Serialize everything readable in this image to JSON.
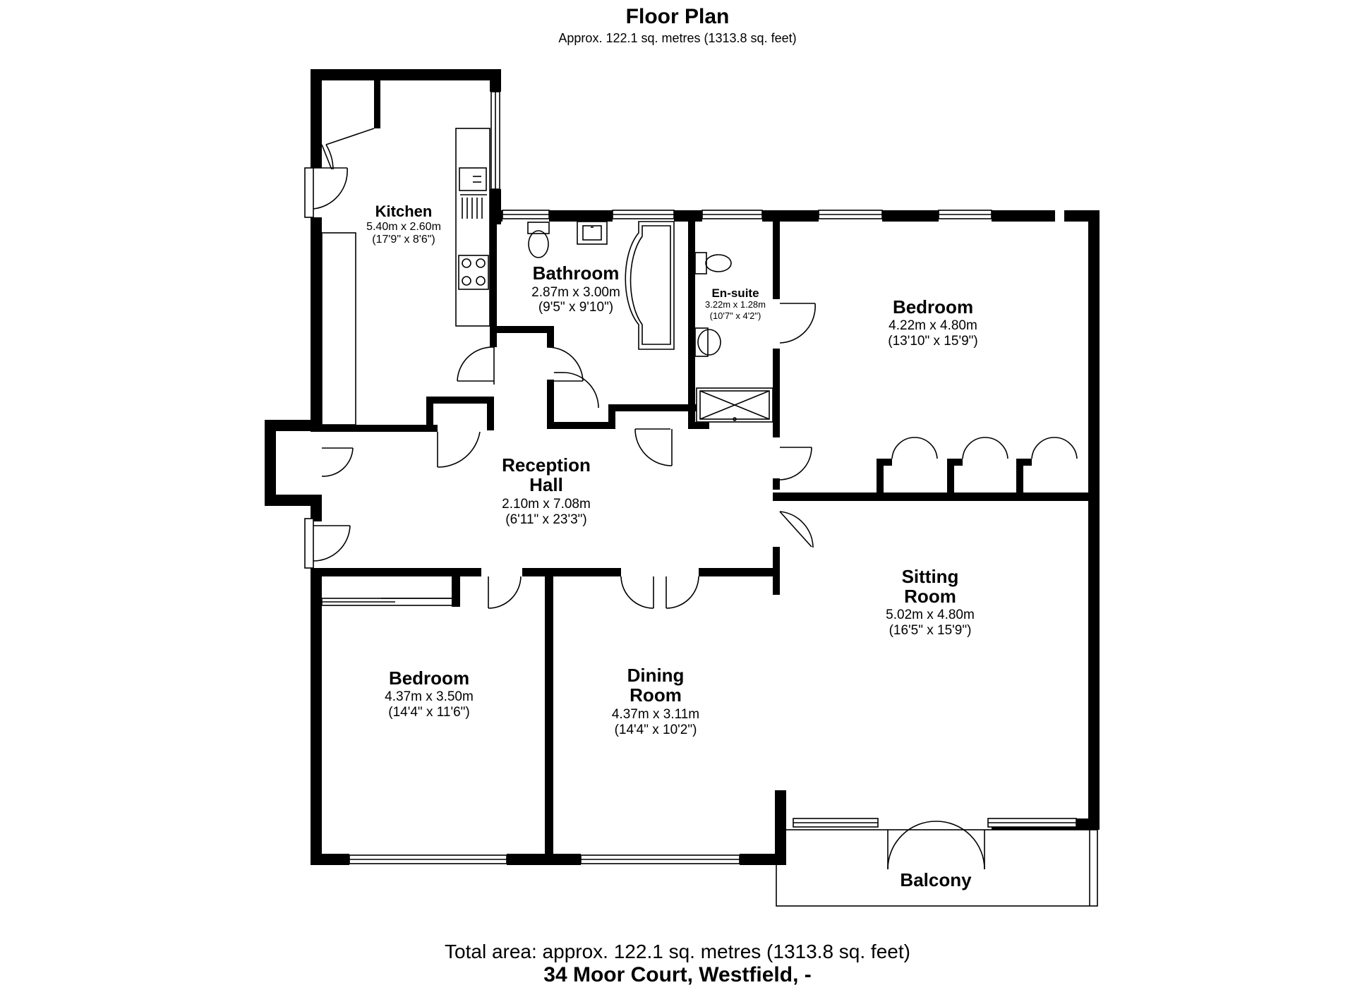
{
  "header": {
    "title": "Floor Plan",
    "subtitle": "Approx. 122.1 sq. metres (1313.8 sq. feet)"
  },
  "rooms": {
    "kitchen": {
      "name": "Kitchen",
      "metric": "5.40m x 2.60m",
      "imperial": "(17'9\" x 8'6\")"
    },
    "bathroom": {
      "name": "Bathroom",
      "metric": "2.87m x 3.00m",
      "imperial": "(9'5\" x 9'10\")"
    },
    "ensuite": {
      "name": "En-suite",
      "metric": "3.22m x 1.28m",
      "imperial": "(10'7\" x 4'2\")"
    },
    "bedroom1": {
      "name": "Bedroom",
      "metric": "4.22m x 4.80m",
      "imperial": "(13'10\" x 15'9\")"
    },
    "reception": {
      "name_line1": "Reception",
      "name_line2": "Hall",
      "metric": "2.10m x 7.08m",
      "imperial": "(6'11\" x 23'3\")"
    },
    "sitting": {
      "name_line1": "Sitting",
      "name_line2": "Room",
      "metric": "5.02m x 4.80m",
      "imperial": "(16'5\" x 15'9\")"
    },
    "bedroom2": {
      "name": "Bedroom",
      "metric": "4.37m x 3.50m",
      "imperial": "(14'4\" x 11'6\")"
    },
    "dining": {
      "name_line1": "Dining",
      "name_line2": "Room",
      "metric": "4.37m x 3.11m",
      "imperial": "(14'4\" x 10'2\")"
    },
    "balcony": {
      "name": "Balcony"
    }
  },
  "footer": {
    "total_area": "Total area: approx. 122.1 sq. metres (1313.8 sq. feet)",
    "address": "34 Moor Court, Westfield, -"
  }
}
